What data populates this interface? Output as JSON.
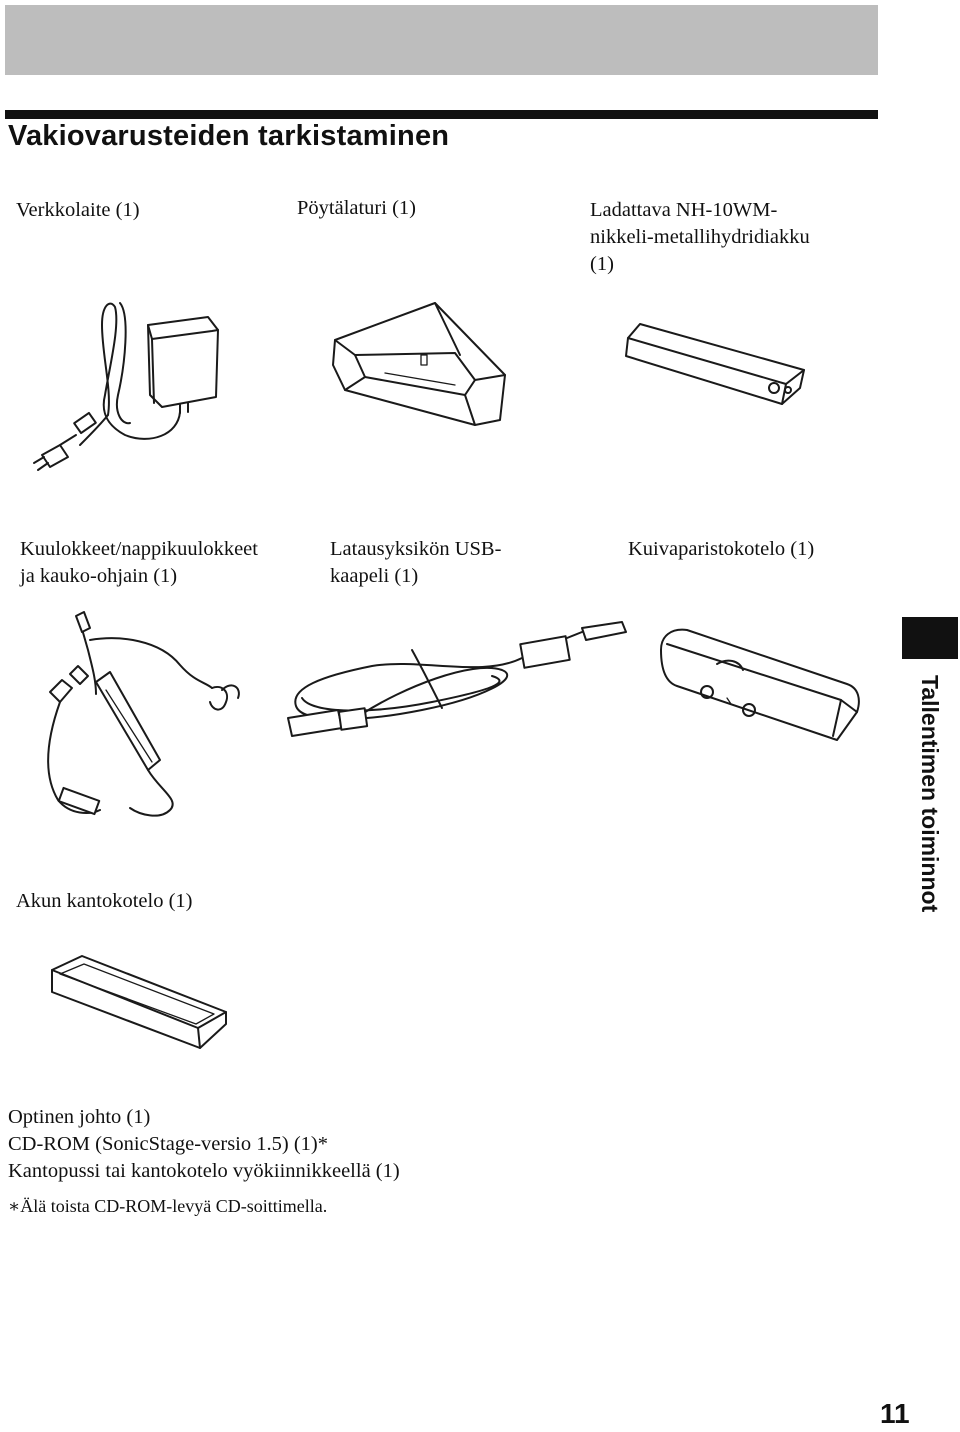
{
  "page": {
    "title": "Vakiovarusteiden tarkistaminen",
    "side_tab": "Tallentimen toiminnot",
    "page_number": "11"
  },
  "items": [
    {
      "lines": [
        "Verkkolaite (1)"
      ]
    },
    {
      "lines": [
        "Pöytälaturi (1)"
      ]
    },
    {
      "lines": [
        "Ladattava NH-10WM-",
        "nikkeli-metallihydridiakku",
        "(1)"
      ]
    },
    {
      "lines": [
        "Kuulokkeet/nappikuulokkeet",
        "ja kauko-ohjain (1)"
      ]
    },
    {
      "lines": [
        "Latausyksikön USB-",
        "kaapeli (1)"
      ]
    },
    {
      "lines": [
        "Kuivaparistokotelo (1)"
      ]
    },
    {
      "lines": [
        "Akun kantokotelo (1)"
      ]
    }
  ],
  "notes": [
    "Optinen johto (1)",
    "CD-ROM (SonicStage-versio 1.5) (1)*",
    "Kantopussi tai kantokotelo vyökiinnikkeellä (1)"
  ],
  "footnote": "∗Älä toista CD-ROM-levyä CD-soittimella."
}
